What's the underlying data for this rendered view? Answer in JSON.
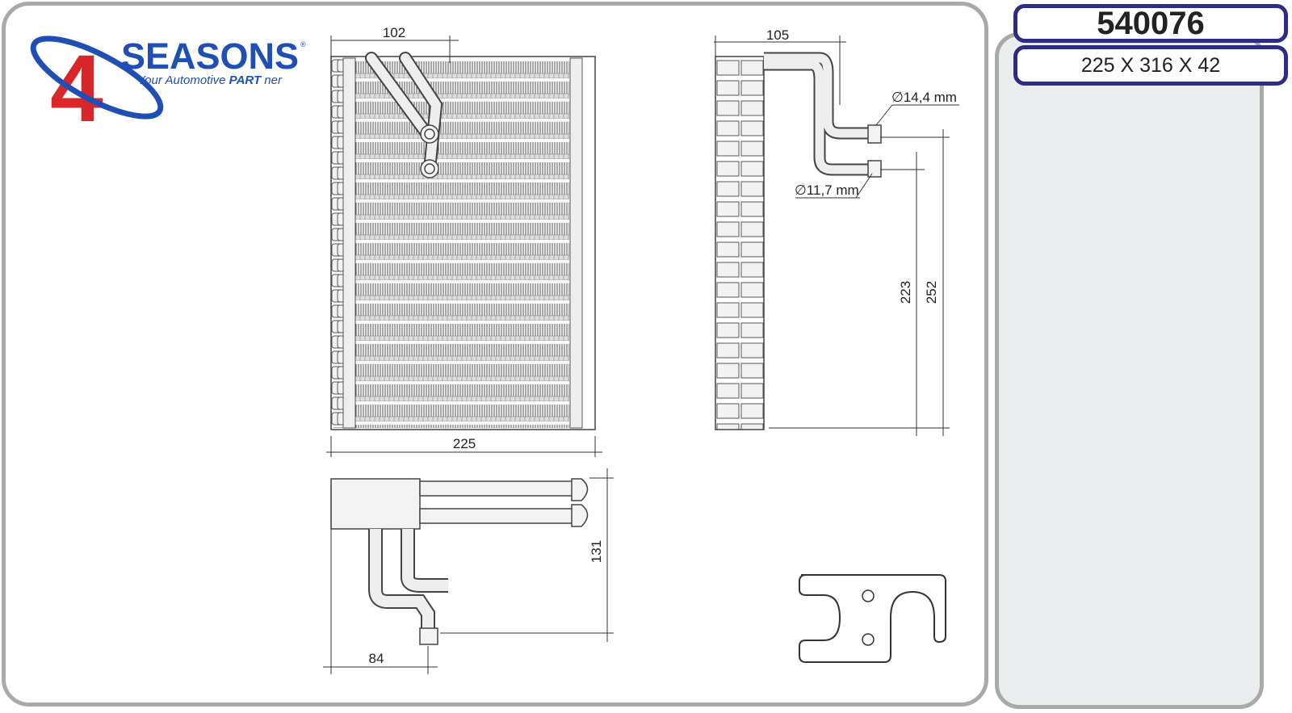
{
  "logo": {
    "brand": "SEASONS",
    "number": "4",
    "tagline_prefix": "Your Automotive ",
    "tagline_bold": "PART",
    "tagline_suffix": " ner",
    "registered": "®"
  },
  "product": {
    "code": "540076",
    "dimensions": "225 X 316 X 42"
  },
  "dimensions": {
    "front_top": "102",
    "front_width": "225",
    "side_top": "105",
    "pipe_large": "∅14,4 mm",
    "pipe_small": "∅11,7 mm",
    "height_a": "223",
    "height_b": "252",
    "bottom_height": "131",
    "bottom_offset": "84"
  },
  "colors": {
    "logo_blue": "#1f4fb4",
    "logo_red": "#d8262a",
    "box_border": "#2e2a86",
    "panel_border": "#a9a9a9"
  }
}
